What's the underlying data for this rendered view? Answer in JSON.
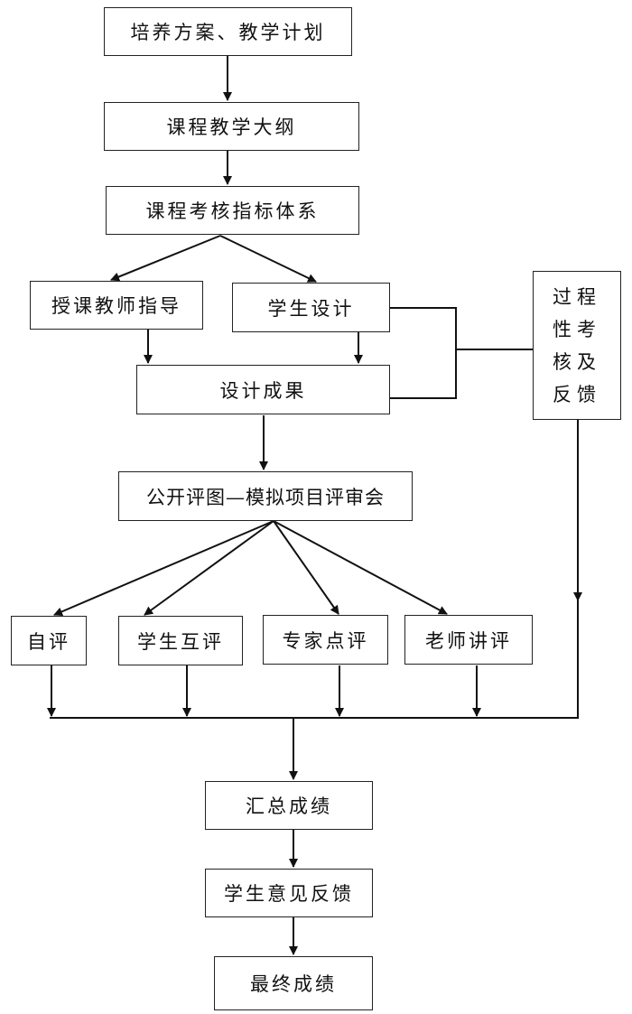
{
  "title": "课程考核流程图",
  "nodes": {
    "plan": "培养方案、教学计划",
    "syllabus": "课程教学大纲",
    "indicators": "课程考核指标体系",
    "teacher_guidance": "授课教师指导",
    "student_design": "学生设计",
    "design_result": "设计成果",
    "process_assessment": [
      "过程",
      "性考",
      "核及",
      "反馈"
    ],
    "public_review": "公开评图—模拟项目评审会",
    "self_eval": "自评",
    "peer_eval": "学生互评",
    "expert_eval": "专家点评",
    "teacher_eval": "老师讲评",
    "summary": "汇总成绩",
    "feedback": "学生意见反馈",
    "final": "最终成绩"
  }
}
